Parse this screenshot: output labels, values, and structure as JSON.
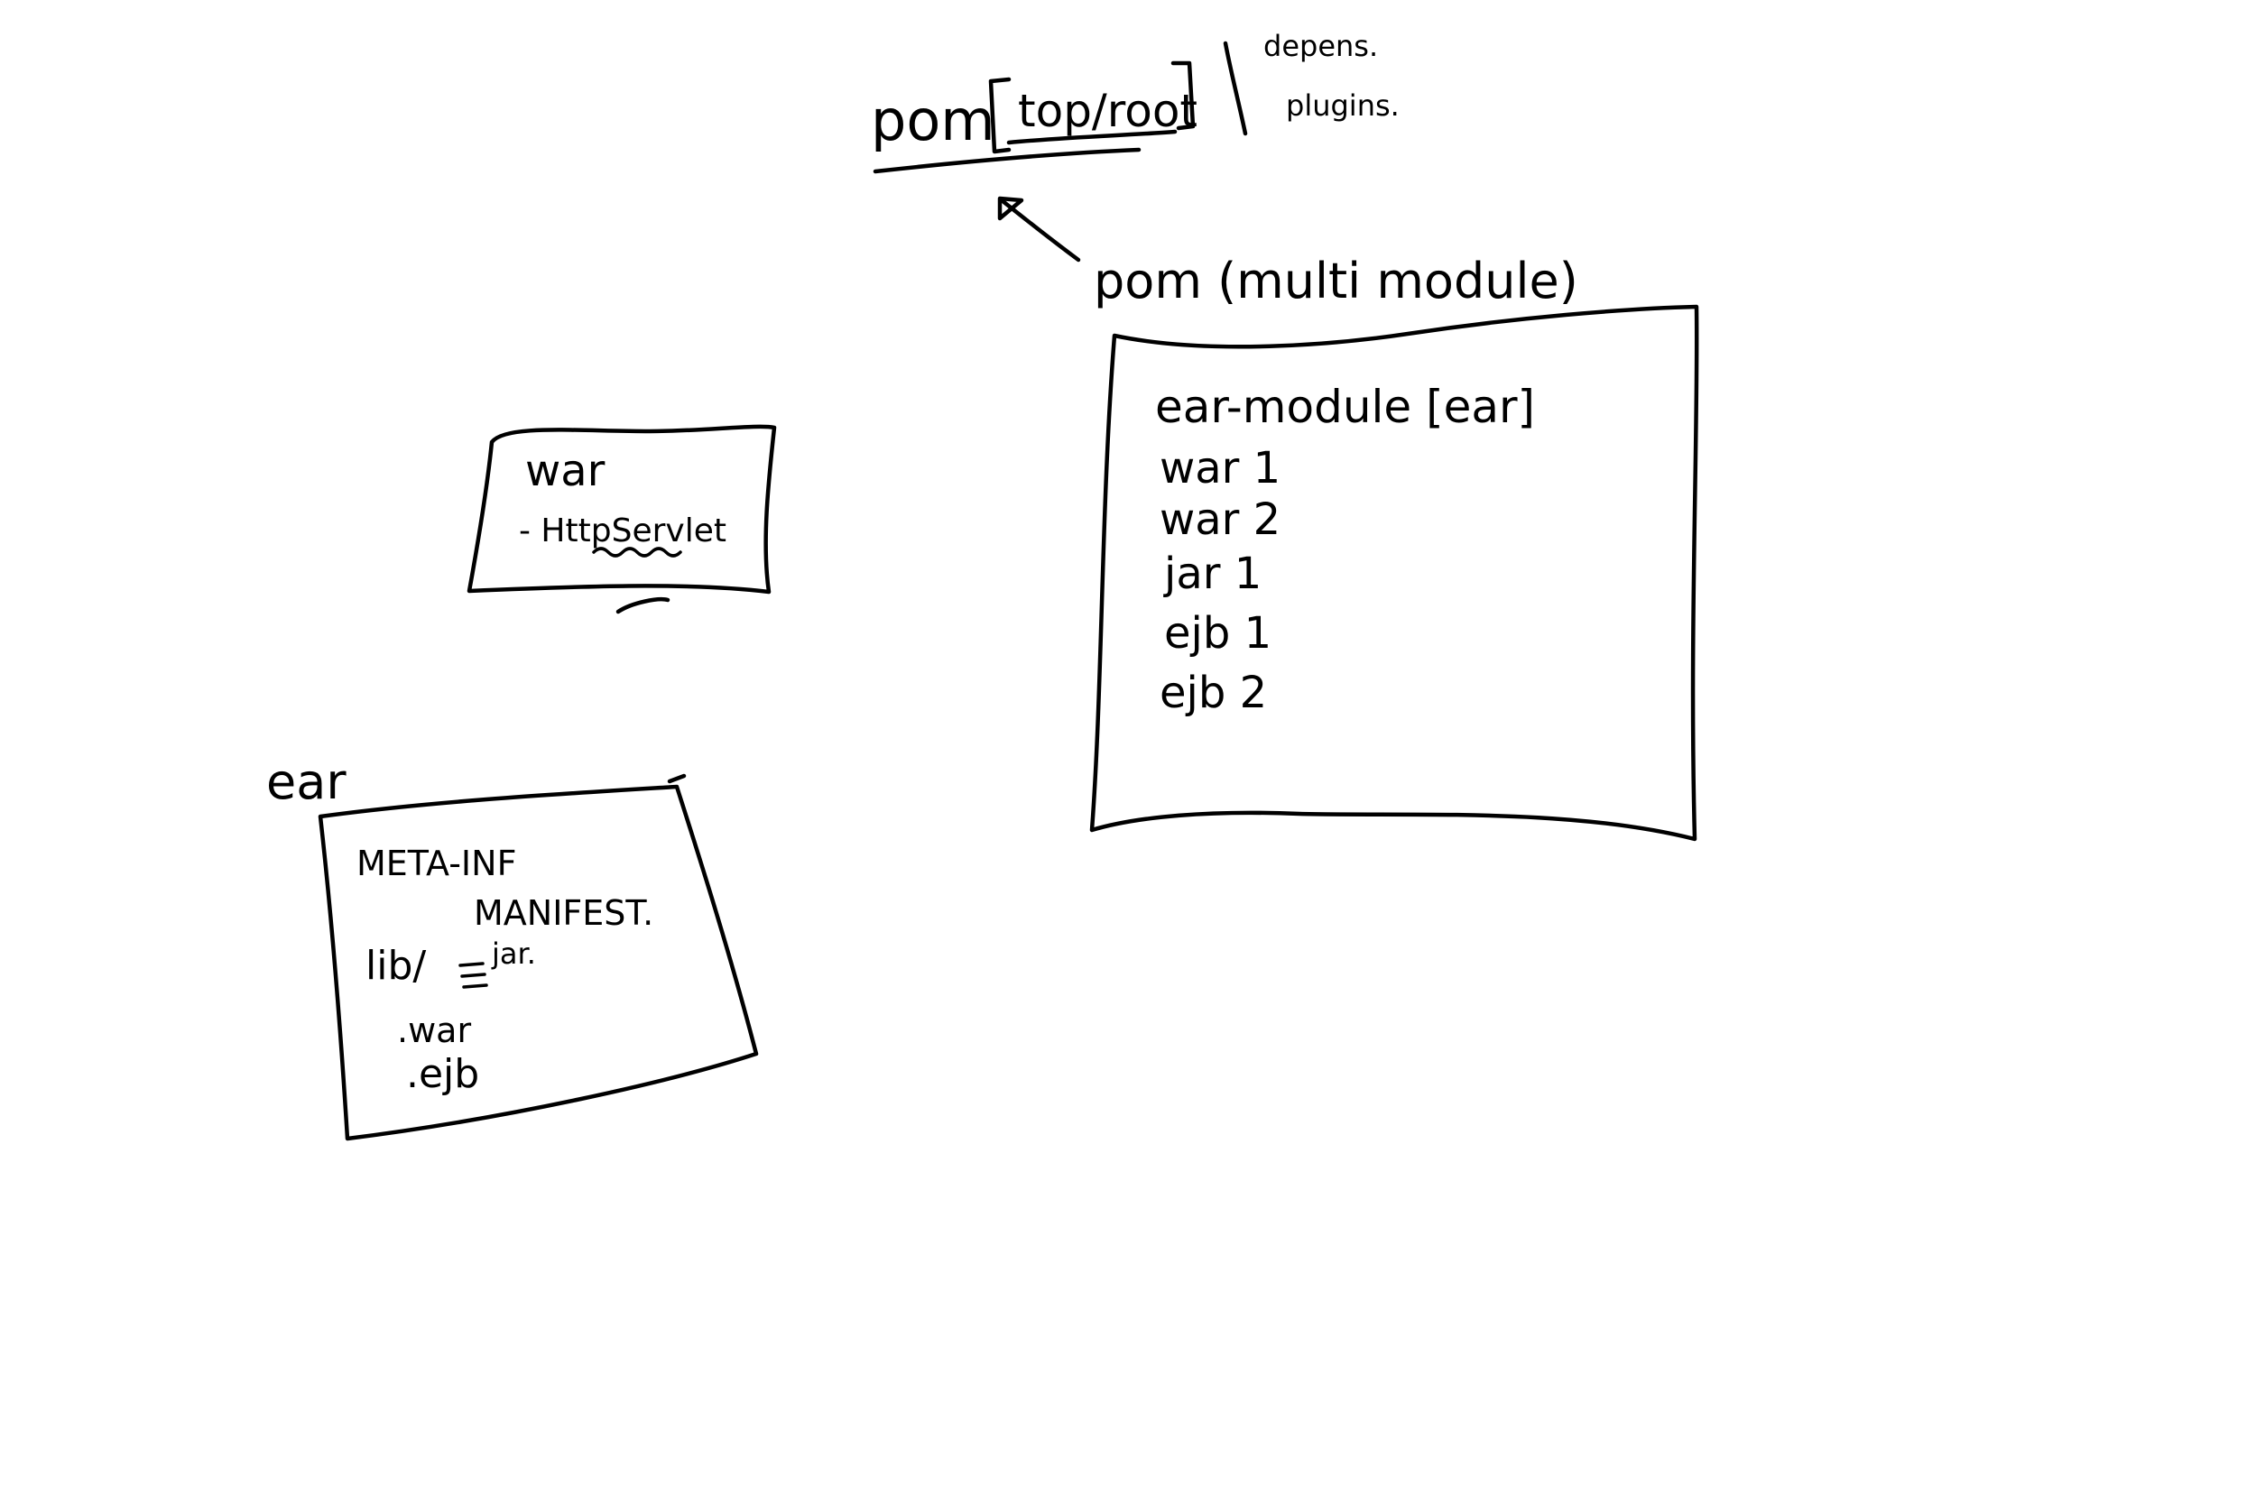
{
  "root_pom": {
    "prefix": "pom",
    "bracket": "top/root",
    "notes": [
      "depens.",
      "plugins."
    ]
  },
  "multimodule": {
    "label": "pom (multi module)",
    "title": "ear-module [ear]",
    "items": [
      "war 1",
      "war 2",
      "jar 1",
      "ejb 1",
      "ejb 2"
    ]
  },
  "war_box": {
    "title": "war",
    "item": "- HttpServlet"
  },
  "ear_box": {
    "label": "ear",
    "meta": "META-INF",
    "manifest": "MANIFEST.",
    "lib": "lib/",
    "jar": "jar.",
    "war": ".war",
    "ejb": ".ejb"
  }
}
